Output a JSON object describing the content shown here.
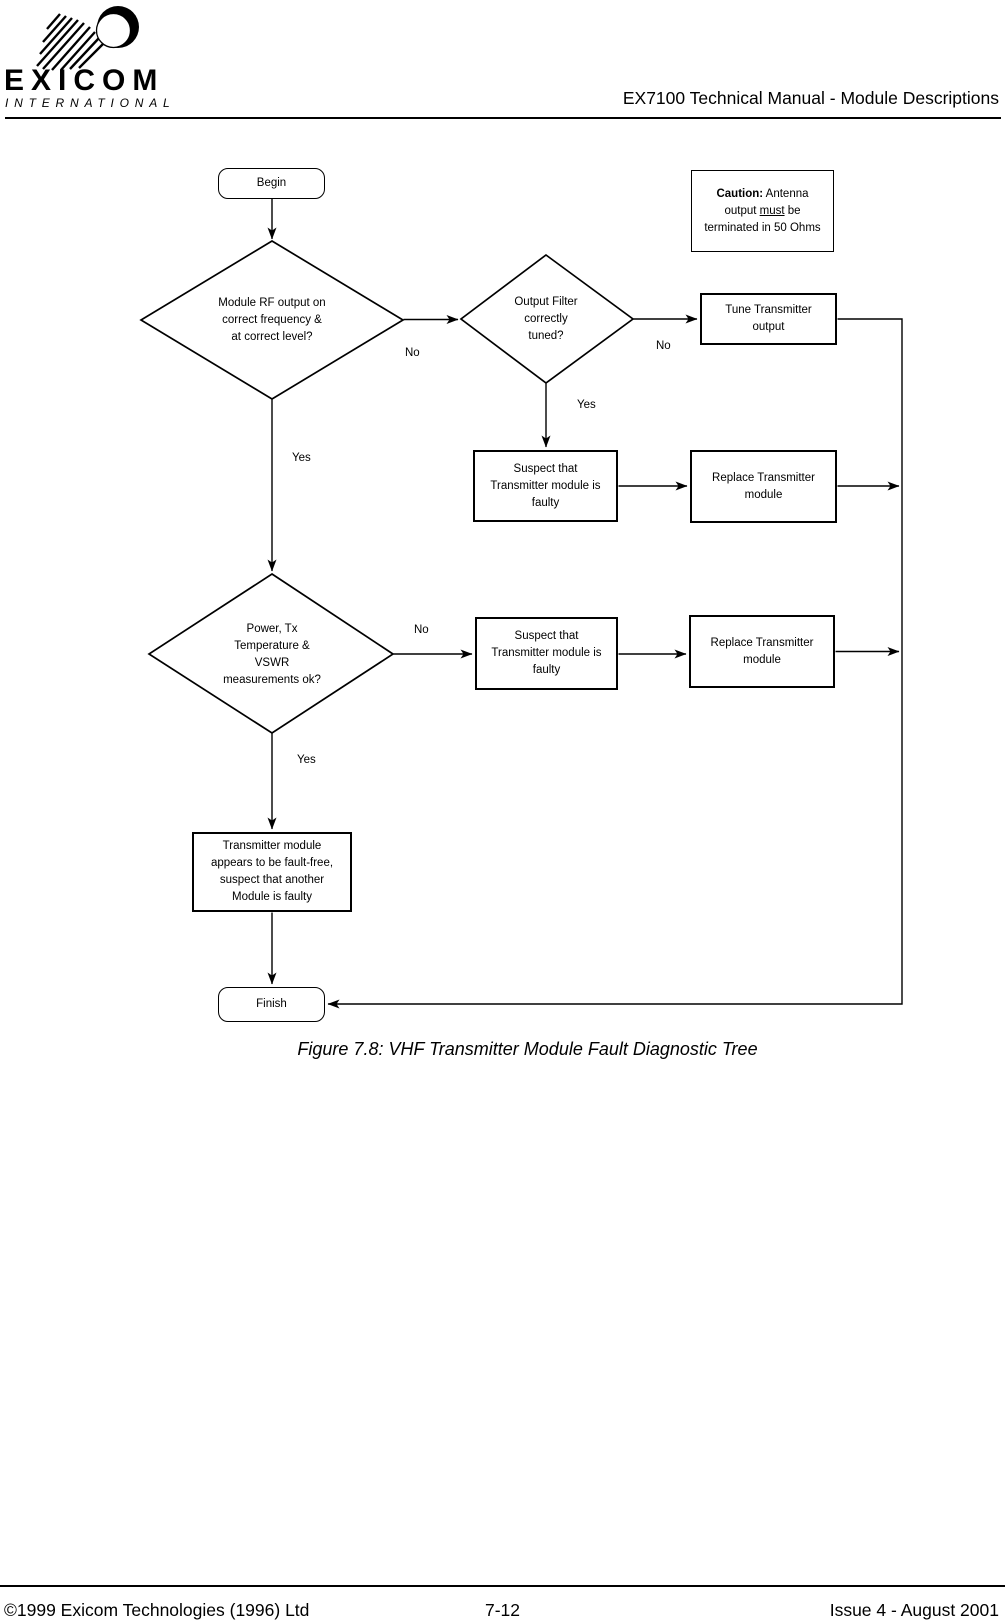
{
  "colors": {
    "ink": "#000000",
    "paper": "#ffffff"
  },
  "header": {
    "logo_icon": "comet-ball-icon",
    "logo_text": "EXICOM",
    "logo_subtext": "INTERNATIONAL",
    "title": "EX7100 Technical Manual - Module Descriptions"
  },
  "flowchart": {
    "begin": {
      "label": "Begin"
    },
    "caution": {
      "bold": "Caution:",
      "line1_rest": " Antenna",
      "line2_pre": "output ",
      "underlined": "must",
      "line2_post": " be",
      "line3": "terminated in 50 Ohms"
    },
    "decision_rf": {
      "lines": [
        "Module RF output on",
        "correct frequency &",
        "at correct level?"
      ]
    },
    "decision_filter": {
      "lines": [
        "Output Filter",
        "correctly",
        "tuned?"
      ]
    },
    "tune": {
      "lines": [
        "Tune Transmitter",
        "output"
      ]
    },
    "suspect1": {
      "lines": [
        "Suspect that",
        "Transmitter module is",
        "faulty"
      ]
    },
    "replace1": {
      "lines": [
        "Replace Transmitter",
        "module"
      ]
    },
    "decision_measurements": {
      "lines": [
        "Power, Tx",
        "Temperature &",
        "VSWR",
        "measurements ok?"
      ]
    },
    "suspect2": {
      "lines": [
        "Suspect that",
        "Transmitter module is",
        "faulty"
      ]
    },
    "replace2": {
      "lines": [
        "Replace Transmitter",
        "module"
      ]
    },
    "fault_free": {
      "lines": [
        "Transmitter module",
        "appears to be fault-free,",
        "suspect that another",
        "Module is faulty"
      ]
    },
    "finish": {
      "label": "Finish"
    },
    "branch_labels": {
      "rf_no": "No",
      "rf_yes": "Yes",
      "filter_no": "No",
      "filter_yes": "Yes",
      "meas_no": "No",
      "meas_yes": "Yes"
    }
  },
  "caption": "Figure 7.8: VHF Transmitter Module Fault Diagnostic Tree",
  "footer": {
    "left": "©1999 Exicom Technologies (1996) Ltd",
    "center": "7-12",
    "right": "Issue 4 - August 2001"
  }
}
